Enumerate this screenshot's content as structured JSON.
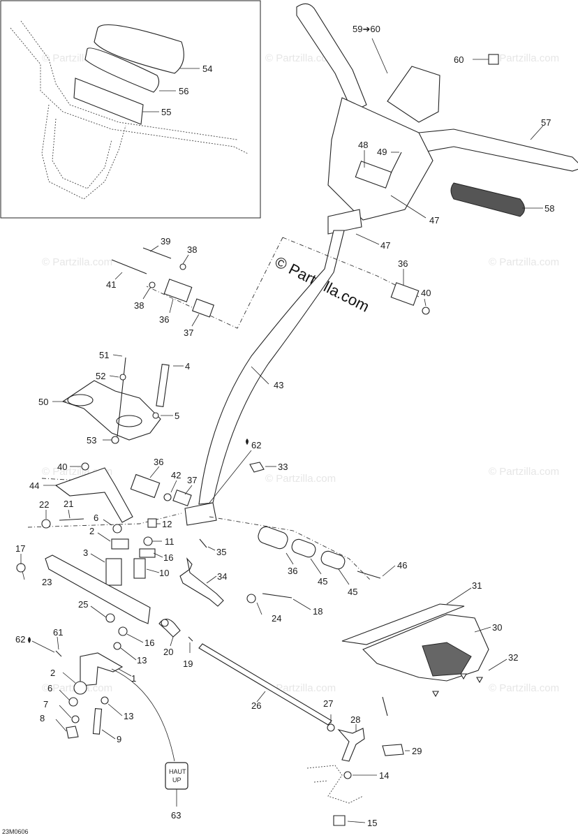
{
  "watermark": {
    "main": "© Partzilla.com",
    "repeat": "© Partzilla.com"
  },
  "drawing_code": "23M0606",
  "labels": {
    "l1": "1",
    "l2a": "2",
    "l2b": "2",
    "l3": "3",
    "l4": "4",
    "l5": "5",
    "l6a": "6",
    "l6b": "6",
    "l7": "7",
    "l8": "8",
    "l9": "9",
    "l10": "10",
    "l11": "11",
    "l12": "12",
    "l13a": "13",
    "l13b": "13",
    "l14": "14",
    "l15": "15",
    "l16a": "16",
    "l16b": "16",
    "l17": "17",
    "l18": "18",
    "l19": "19",
    "l20": "20",
    "l21": "21",
    "l22": "22",
    "l23": "23",
    "l24": "24",
    "l25": "25",
    "l26": "26",
    "l27": "27",
    "l28": "28",
    "l29": "29",
    "l30": "30",
    "l31": "31",
    "l32": "32",
    "l33": "33",
    "l34": "34",
    "l35": "35",
    "l36a": "36",
    "l36b": "36",
    "l36c": "36",
    "l36d": "36",
    "l37a": "37",
    "l37b": "37",
    "l38a": "38",
    "l38b": "38",
    "l39": "39",
    "l40a": "40",
    "l40b": "40",
    "l41": "41",
    "l42": "42",
    "l43": "43",
    "l44": "44",
    "l45a": "45",
    "l45b": "45",
    "l46": "46",
    "l47a": "47",
    "l47b": "47",
    "l48": "48",
    "l49": "49",
    "l50": "50",
    "l51": "51",
    "l52": "52",
    "l53": "53",
    "l54": "54",
    "l55": "55",
    "l56": "56",
    "l57": "57",
    "l58": "58",
    "l5960": "59➔60",
    "l60": "60",
    "l61": "61",
    "l62a": "62",
    "l62b": "62",
    "l63": "63"
  },
  "sticker": {
    "line1": "HAUT",
    "line2": "UP"
  }
}
